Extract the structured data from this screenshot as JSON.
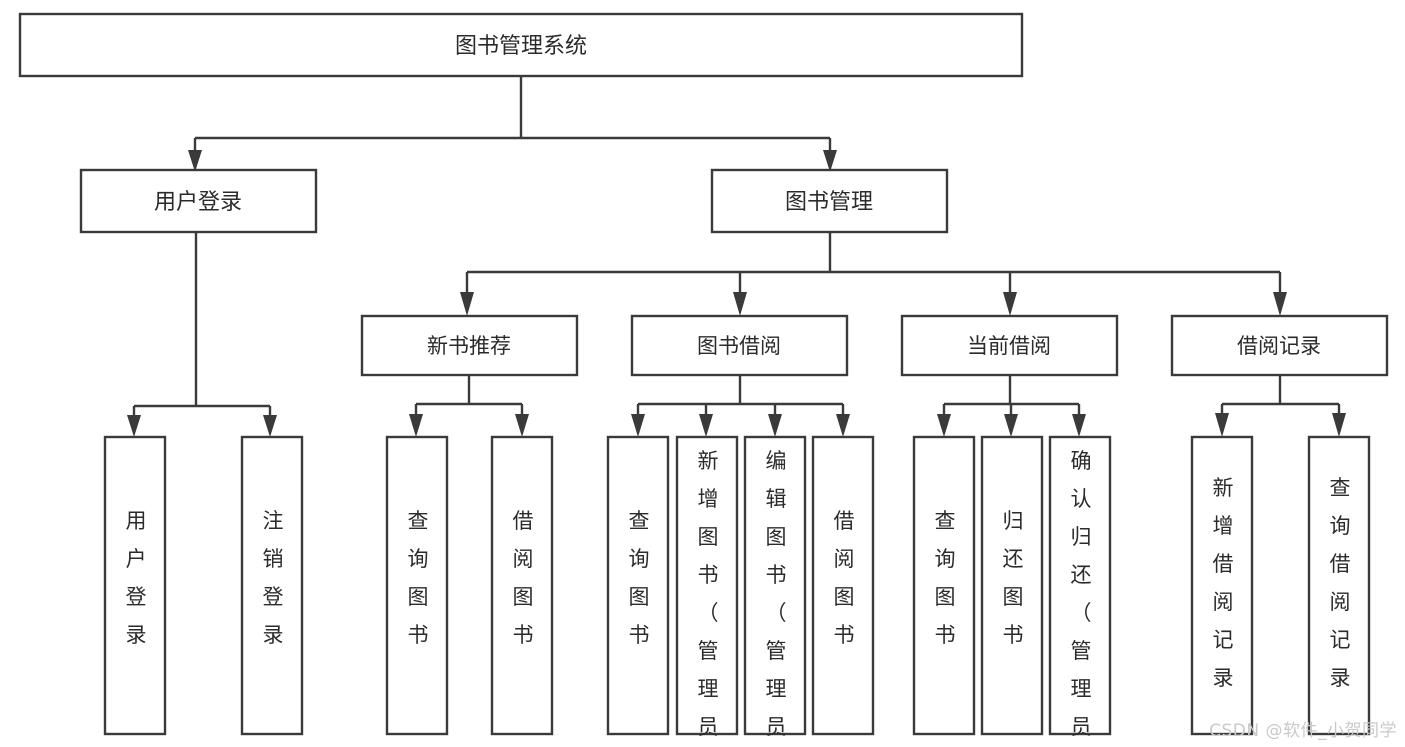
{
  "diagram": {
    "type": "tree-hierarchy",
    "title": "图书管理系统",
    "watermark": "CSDN @软件_小贺同学",
    "levels": {
      "root": {
        "label": "图书管理系统"
      },
      "level2": [
        {
          "label": "用户登录"
        },
        {
          "label": "图书管理"
        }
      ],
      "level3": [
        {
          "label": "新书推荐"
        },
        {
          "label": "图书借阅"
        },
        {
          "label": "当前借阅"
        },
        {
          "label": "借阅记录"
        }
      ],
      "leaves": {
        "user_login": [
          {
            "label": "用户登录"
          },
          {
            "label": "注销登录"
          }
        ],
        "new_book_recommend": [
          {
            "label": "查询图书"
          },
          {
            "label": "借阅图书"
          }
        ],
        "book_borrow": [
          {
            "label": "查询图书"
          },
          {
            "label": "新增图书（管理员）"
          },
          {
            "label": "编辑图书（管理员）"
          },
          {
            "label": "借阅图书"
          }
        ],
        "current_borrow": [
          {
            "label": "查询图书"
          },
          {
            "label": "归还图书"
          },
          {
            "label": "确认归还（管理员）"
          }
        ],
        "borrow_record": [
          {
            "label": "新增借阅记录"
          },
          {
            "label": "查询借阅记录"
          }
        ]
      }
    },
    "colors": {
      "stroke": "#3a3a3a",
      "fill": "#ffffff",
      "text": "#2b2b2b",
      "watermark": "#c9c9c9"
    }
  }
}
